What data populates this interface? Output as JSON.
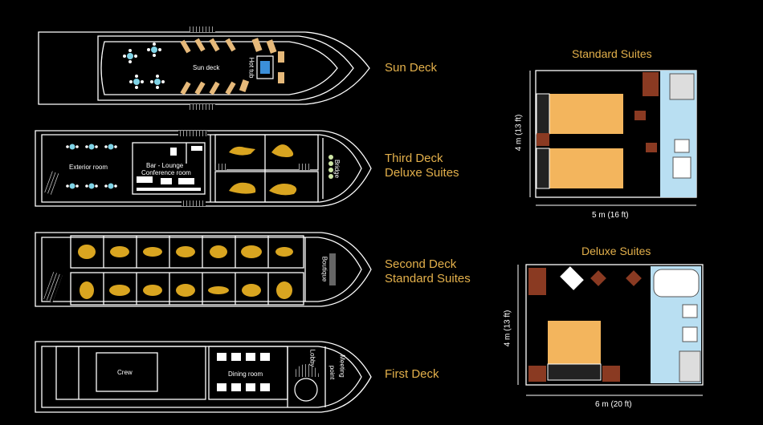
{
  "decks": {
    "sun": {
      "label": "Sun Deck",
      "room": "Sun deck",
      "hottub": "Hot tub"
    },
    "third": {
      "label_line1": "Third Deck",
      "label_line2": "Deluxe Suites",
      "exterior": "Exterior room",
      "bar_line1": "Bar - Lounge",
      "bar_line2": "Conference room",
      "bridge": "Bridge"
    },
    "second": {
      "label_line1": "Second Deck",
      "label_line2": "Standard Suites",
      "boutique": "Boutique"
    },
    "first": {
      "label": "First Deck",
      "crew": "Crew",
      "dining": "Dining room",
      "lobby": "Lobby",
      "meeting_line1": "Meeting",
      "meeting_line2": "point"
    }
  },
  "standard_suite": {
    "title": "Standard Suites",
    "height": "4 m (13 ft)",
    "width": "5 m (16 ft)"
  },
  "deluxe_suite": {
    "title": "Deluxe Suites",
    "height": "4 m (13 ft)",
    "width": "6 m (20 ft)"
  },
  "colors": {
    "accent": "#e3b04b",
    "bed": "#f3b55d",
    "bath": "#b9dff2",
    "wood": "#8a3a22",
    "line": "#ffffff"
  }
}
